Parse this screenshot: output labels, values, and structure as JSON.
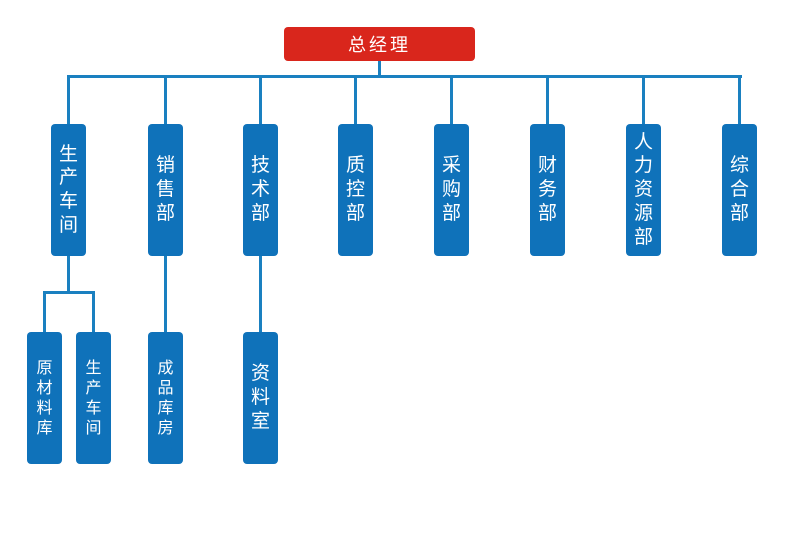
{
  "root": {
    "label": "总经理"
  },
  "departments": [
    {
      "label": "生产车间",
      "chars": [
        "生",
        "产",
        "车",
        "间"
      ]
    },
    {
      "label": "销售部",
      "chars": [
        "销",
        "售",
        "部"
      ]
    },
    {
      "label": "技术部",
      "chars": [
        "技",
        "术",
        "部"
      ]
    },
    {
      "label": "质控部",
      "chars": [
        "质",
        "控",
        "部"
      ]
    },
    {
      "label": "采购部",
      "chars": [
        "采",
        "购",
        "部"
      ]
    },
    {
      "label": "财务部",
      "chars": [
        "财",
        "务",
        "部"
      ]
    },
    {
      "label": "人力资源部",
      "chars": [
        "人",
        "力",
        "资",
        "源",
        "部"
      ]
    },
    {
      "label": "综合部",
      "chars": [
        "综",
        "合",
        "部"
      ]
    }
  ],
  "subunits": [
    {
      "label": "原材料库",
      "chars": [
        "原",
        "材",
        "料",
        "库"
      ]
    },
    {
      "label": "生产车间",
      "chars": [
        "生",
        "产",
        "车",
        "间"
      ]
    },
    {
      "label": "成品库房",
      "chars": [
        "成",
        "品",
        "库",
        "房"
      ]
    },
    {
      "label": "资料室",
      "chars": [
        "资",
        "料",
        "室"
      ]
    }
  ],
  "colors": {
    "root": "#d9261c",
    "box": "#0f72ba",
    "connector": "#1a80c0"
  }
}
